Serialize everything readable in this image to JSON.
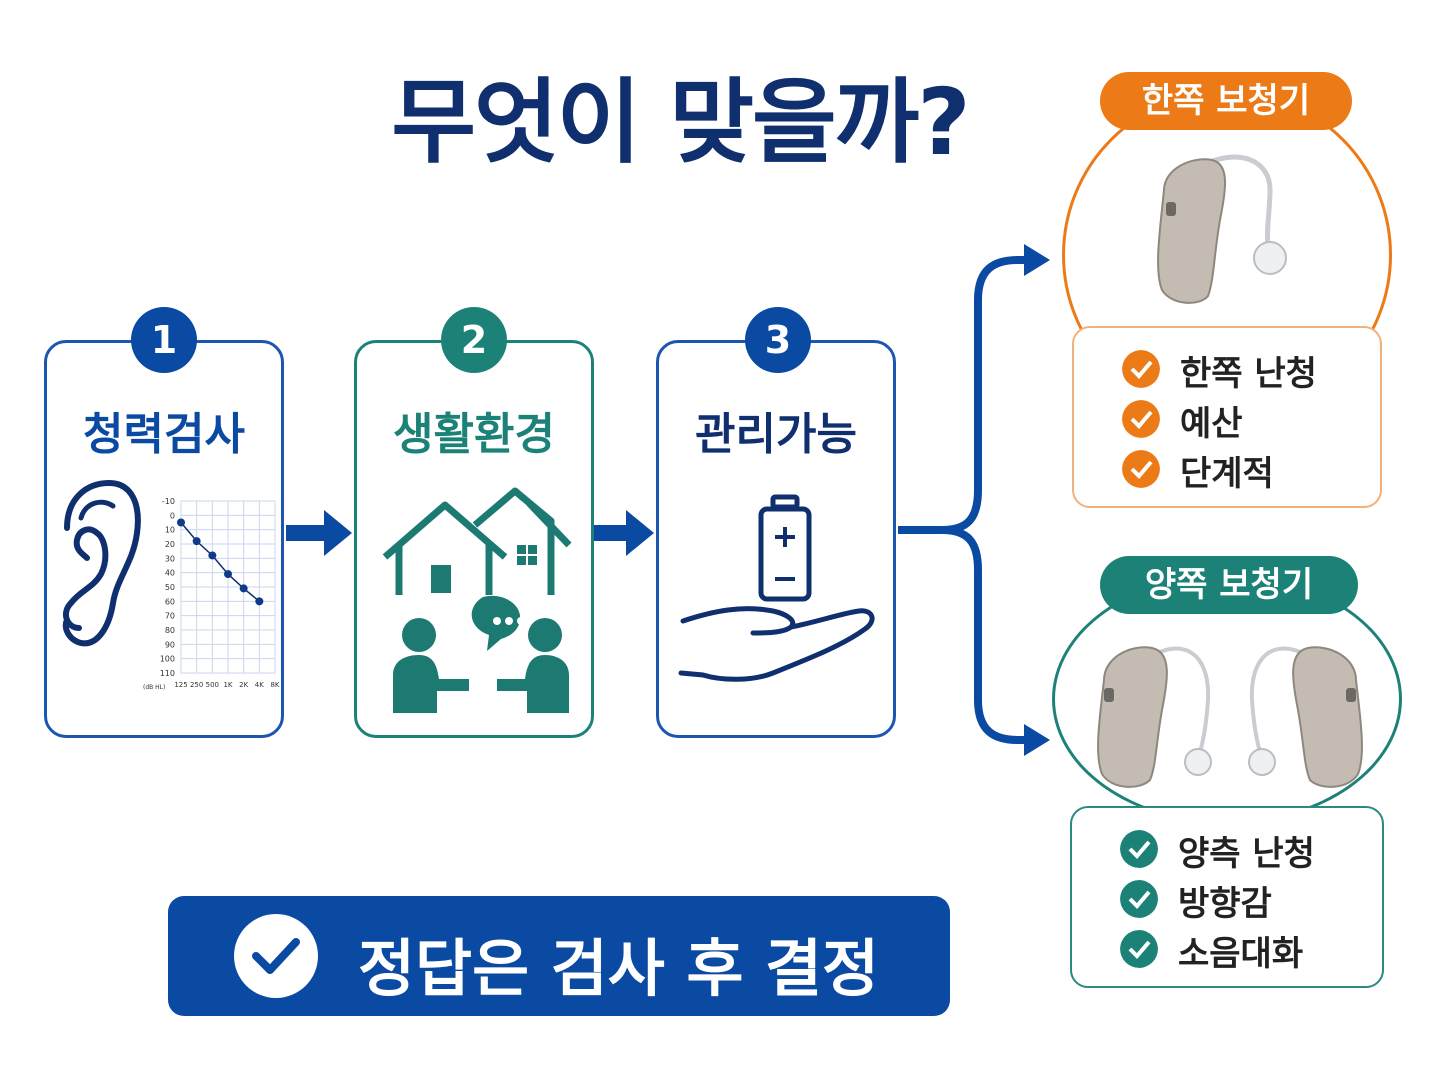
{
  "title": "무엇이 맞을까?",
  "steps": [
    {
      "number": "1",
      "label": "청력검사"
    },
    {
      "number": "2",
      "label": "생활환경"
    },
    {
      "number": "3",
      "label": "관리가능"
    }
  ],
  "audiogram": {
    "y_ticks": [
      "-10",
      "0",
      "10",
      "20",
      "30",
      "40",
      "50",
      "60",
      "70",
      "80",
      "90",
      "100",
      "110"
    ],
    "x_ticks": [
      "125",
      "250",
      "500",
      "1K",
      "2K",
      "4K",
      "8K"
    ],
    "y_unit": "(dB HL)",
    "points": [
      5,
      18,
      28,
      41,
      51,
      60
    ]
  },
  "options": [
    {
      "title": "한쪽 보청기",
      "reasons": [
        "한쪽 난청",
        "예산",
        "단계적"
      ]
    },
    {
      "title": "양쪽 보청기",
      "reasons": [
        "양측 난청",
        "방향감",
        "소음대화"
      ]
    }
  ],
  "conclusion": "정답은 검사 후 결정",
  "colors": {
    "navy": "#0f2f6e",
    "blue": "#0b4aa2",
    "teal": "#1c8278",
    "orange": "#ec7a16"
  }
}
